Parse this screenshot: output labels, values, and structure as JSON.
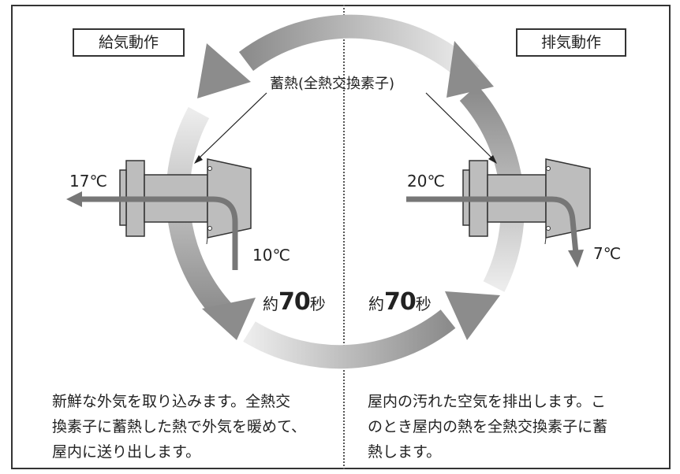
{
  "supply": {
    "title": "給気動作",
    "temp_out": "17℃",
    "temp_in": "10℃",
    "duration_prefix": "約",
    "duration_value": "70",
    "duration_unit": "秒",
    "description": [
      "新鮮な外気を取り込みます。全熱交",
      "換素子に蓄熱した熱で外気を暖めて、",
      "屋内に送り出します。"
    ]
  },
  "exhaust": {
    "title": "排気動作",
    "temp_in": "20℃",
    "temp_out": "7℃",
    "duration_prefix": "約",
    "duration_value": "70",
    "duration_unit": "秒",
    "description": [
      "屋内の汚れた空気を排出します。こ",
      "のとき屋内の熱を全熱交換素子に蓄",
      "熱します。"
    ]
  },
  "element_label": "蓄熱(全熱交換素子)",
  "colors": {
    "arrow_dark": "#8a8a8a",
    "arrow_light": "#e6e6e6",
    "unit_body": "#bdbdbd",
    "airflow": "#777777",
    "border": "#333333"
  }
}
